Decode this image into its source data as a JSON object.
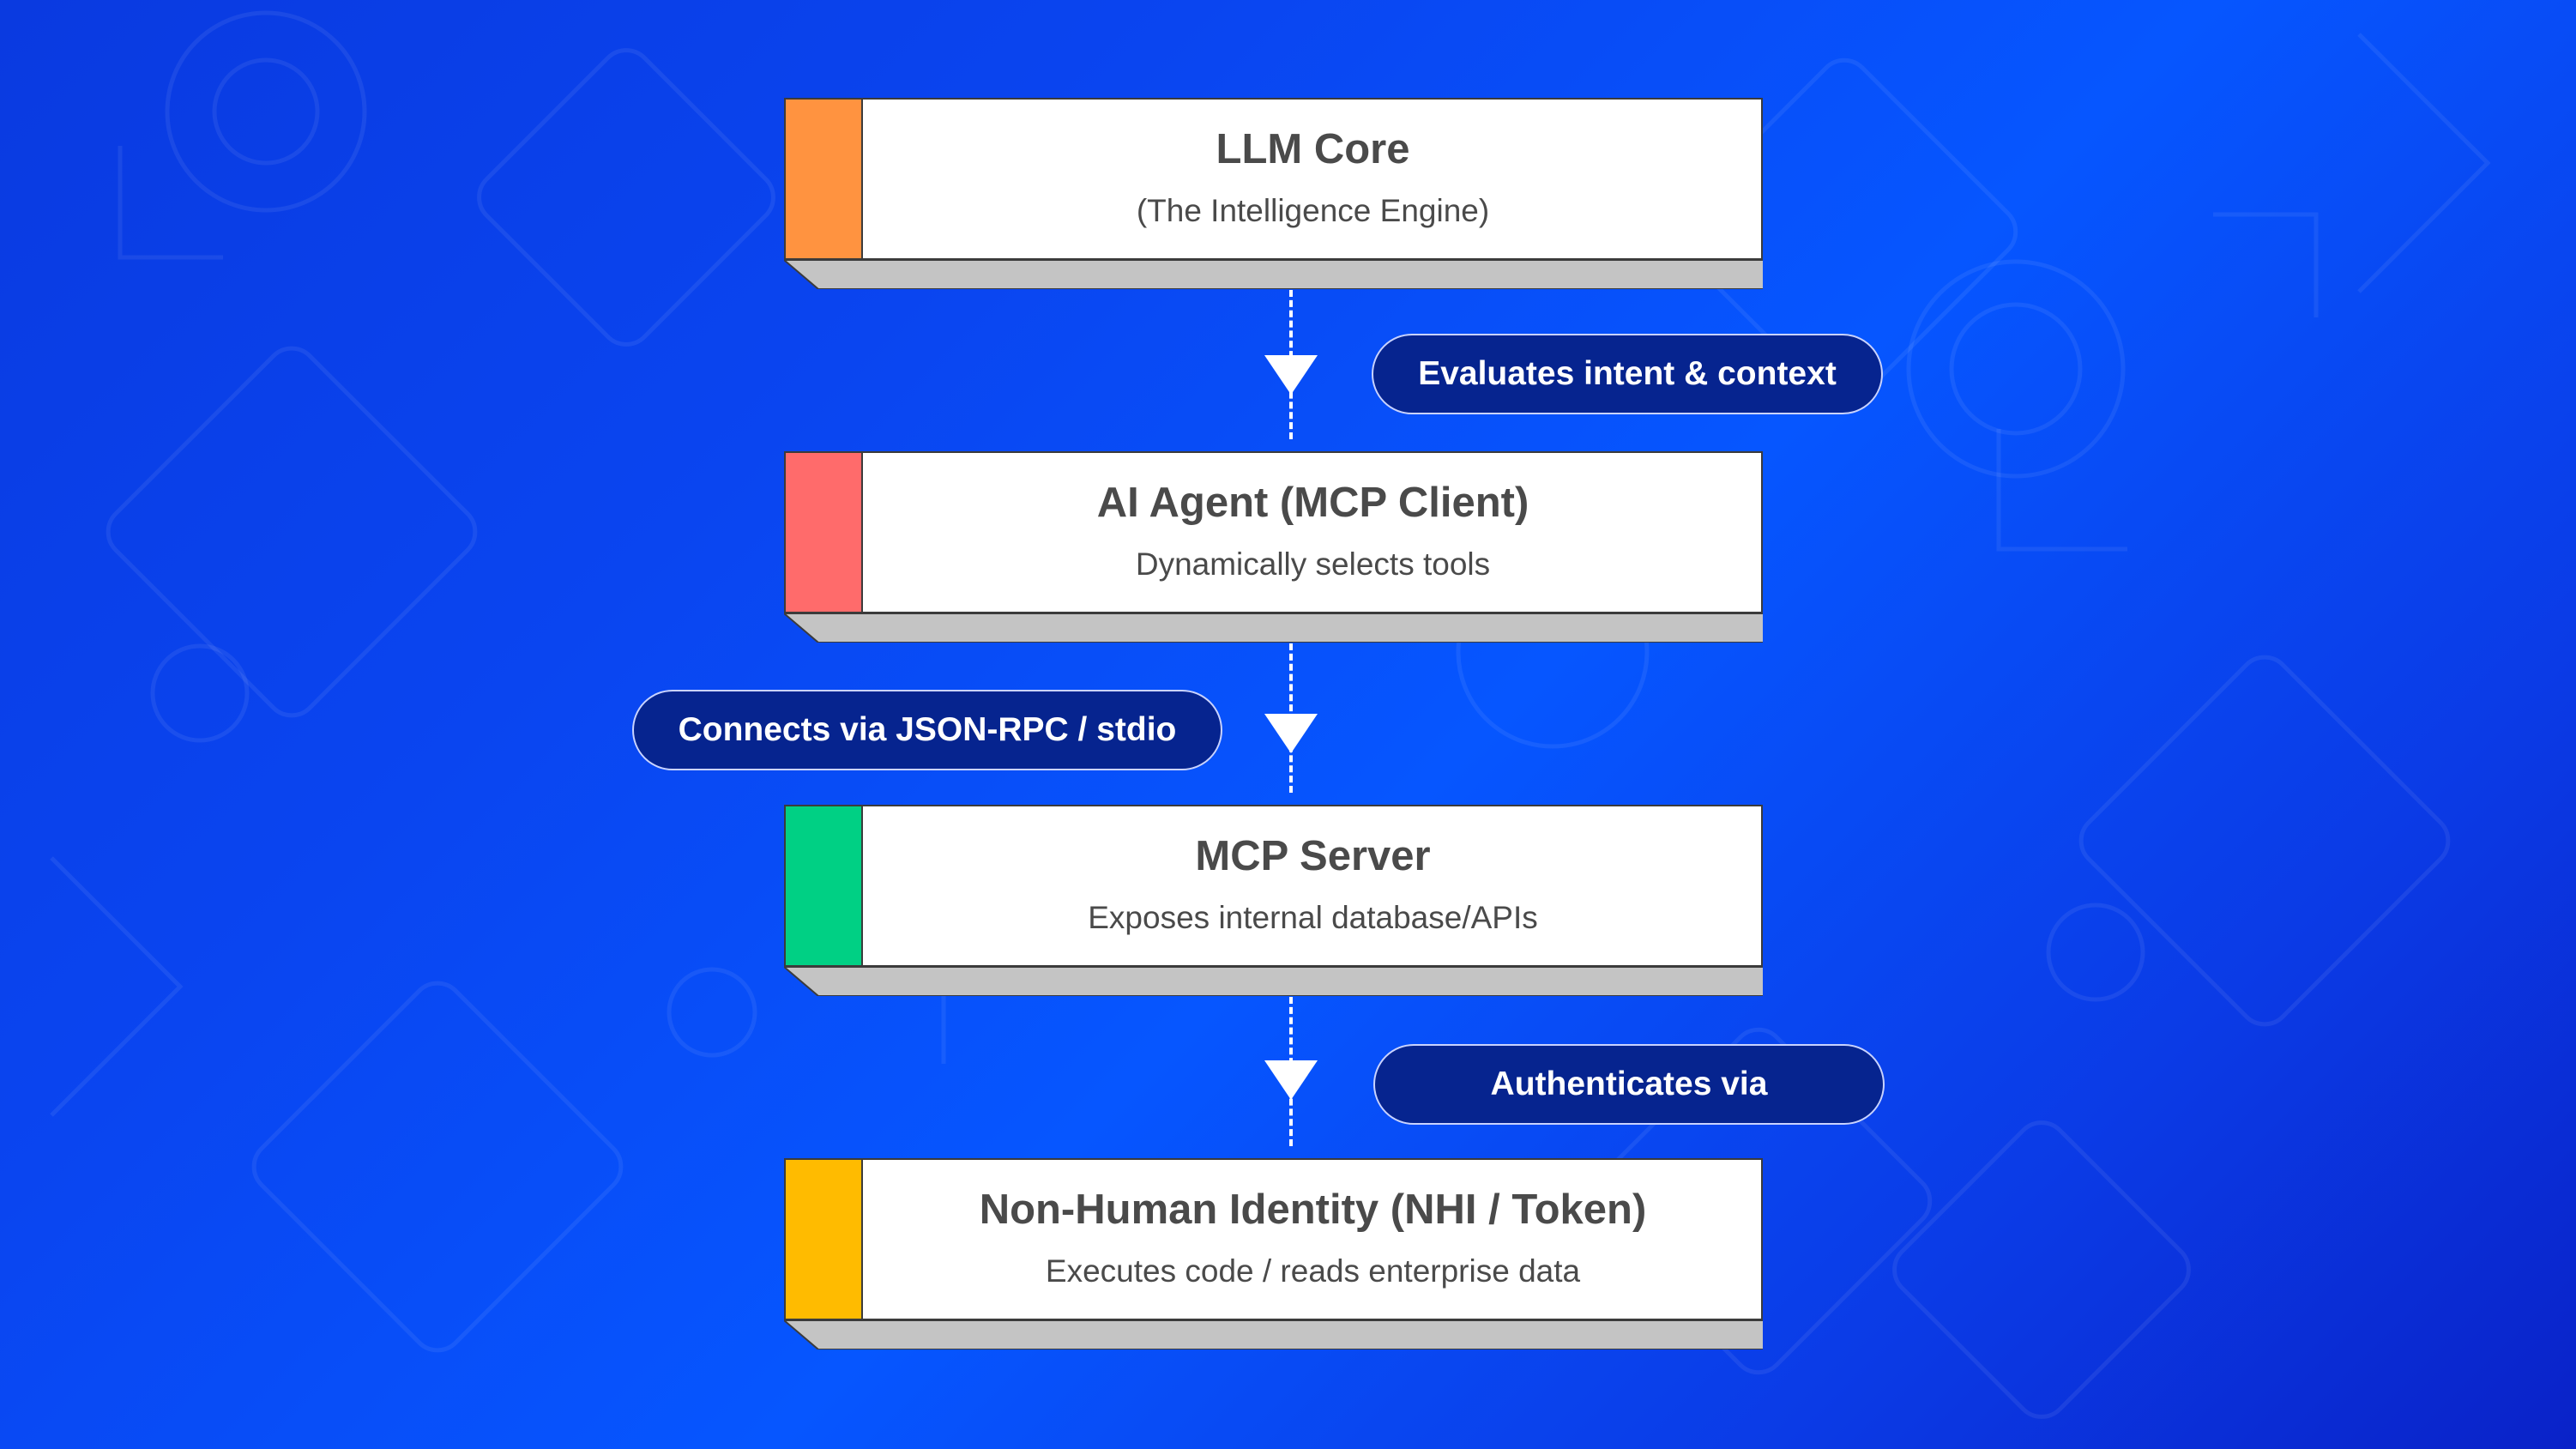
{
  "colors": {
    "background_start": "#0a3ae0",
    "background_end": "#0a22c8",
    "pill_fill": "#06248f",
    "pill_border": "#c9d3ff",
    "box_shadow": "#c4c4c4",
    "text": "#4a4a4a"
  },
  "boxes": [
    {
      "title": "LLM Core",
      "subtitle": "(The Intelligence Engine)",
      "accent": "#ff9340"
    },
    {
      "title": "AI Agent (MCP Client)",
      "subtitle": "Dynamically selects tools",
      "accent": "#ff6b6b"
    },
    {
      "title": "MCP Server",
      "subtitle": "Exposes internal database/APIs",
      "accent": "#00d084"
    },
    {
      "title": "Non-Human Identity (NHI / Token)",
      "subtitle": "Executes code / reads enterprise data",
      "accent": "#ffbb00"
    }
  ],
  "edges": [
    {
      "from": "LLM Core",
      "to": "AI Agent (MCP Client)",
      "label": "Evaluates intent & context"
    },
    {
      "from": "AI Agent (MCP Client)",
      "to": "MCP Server",
      "label": "Connects via JSON-RPC / stdio"
    },
    {
      "from": "MCP Server",
      "to": "Non-Human Identity (NHI / Token)",
      "label": "Authenticates via"
    }
  ]
}
